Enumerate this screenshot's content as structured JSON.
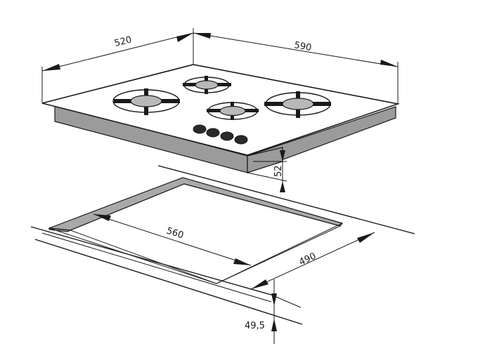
{
  "dimensions": {
    "hob_depth": "520",
    "hob_width": "590",
    "hob_height": "52",
    "cutout_width": "560",
    "cutout_depth": "490",
    "worktop_thickness": "49,5"
  },
  "components": {
    "burners": 4,
    "knobs": 4
  },
  "colors": {
    "outline": "#1a1a1a",
    "side_shading": "#9b9b9b",
    "cutout_shading": "#a9a9a9"
  }
}
